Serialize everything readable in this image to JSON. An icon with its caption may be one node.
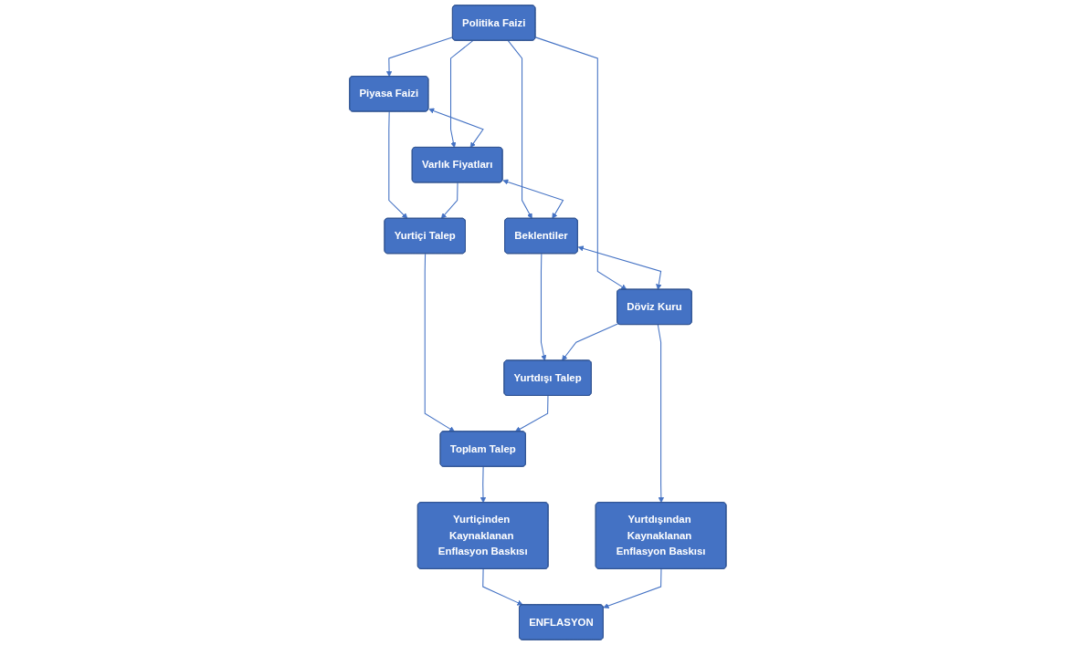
{
  "diagram": {
    "nodes": [
      {
        "text": [
          "Politika Faizi"
        ]
      },
      {
        "text": [
          "Piyasa Faizi"
        ]
      },
      {
        "text": [
          "Varlık Fiyatları"
        ]
      },
      {
        "text": [
          "Beklentiler"
        ]
      },
      {
        "text": [
          "Döviz Kuru"
        ]
      },
      {
        "text": [
          "Yurtiçi Talep"
        ]
      },
      {
        "text": [
          "Yurtdışı Talep"
        ]
      },
      {
        "text": [
          "Toplam Talep"
        ]
      },
      {
        "text": [
          "Yurtiçinden Kaynaklanan Enflasyon Baskısı"
        ]
      },
      {
        "text": [
          "Yurtdışından Kaynaklanan Enflasyon Baskısı"
        ]
      },
      {
        "text": [
          "ENFLASYON"
        ]
      }
    ],
    "edges": [
      {
        "from": 0,
        "to": 1,
        "arrow": "to"
      },
      {
        "from": 0,
        "to": 2,
        "arrow": "to"
      },
      {
        "from": 0,
        "to": 3,
        "arrow": "to"
      },
      {
        "from": 0,
        "to": 4,
        "arrow": "to"
      },
      {
        "from": 1,
        "to": 2,
        "arrow": "both"
      },
      {
        "from": 2,
        "to": 3,
        "arrow": "both"
      },
      {
        "from": 3,
        "to": 4,
        "arrow": "both"
      },
      {
        "from": 1,
        "to": 5,
        "arrow": "to"
      },
      {
        "from": 2,
        "to": 5,
        "arrow": "to"
      },
      {
        "from": 3,
        "to": 6,
        "arrow": "to"
      },
      {
        "from": 4,
        "to": 6,
        "arrow": "to"
      },
      {
        "from": 5,
        "to": 7,
        "arrow": "to"
      },
      {
        "from": 6,
        "to": 7,
        "arrow": "to"
      },
      {
        "from": 7,
        "to": 8,
        "arrow": "to"
      },
      {
        "from": 4,
        "to": 9,
        "arrow": "to"
      },
      {
        "from": 8,
        "to": 10,
        "arrow": "to"
      },
      {
        "from": 9,
        "to": 10,
        "arrow": "to"
      }
    ]
  }
}
